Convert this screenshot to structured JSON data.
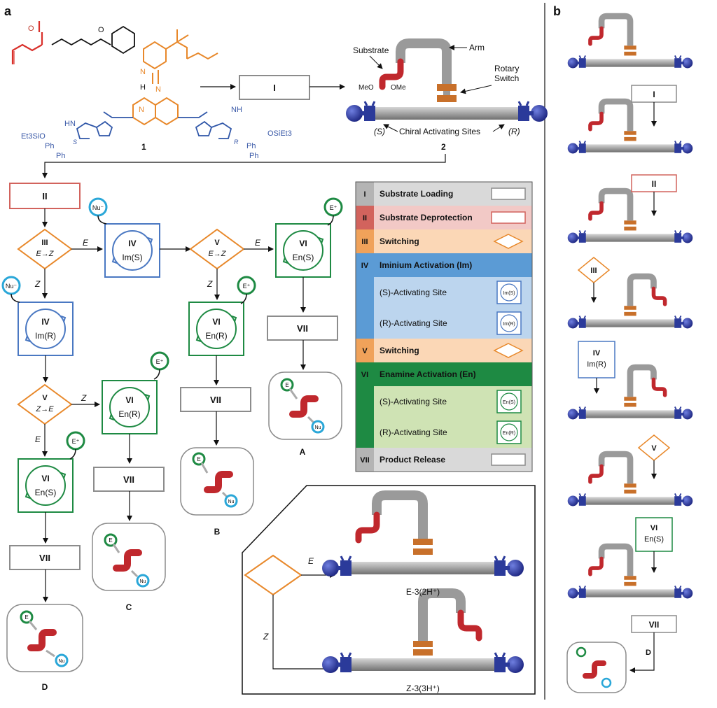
{
  "panel_a_label": "a",
  "panel_b_label": "b",
  "molecule": {
    "compound_1": "1",
    "compound_2": "2",
    "si_left": "Et3SiO",
    "si_right": "OSiEt3",
    "ph": "Ph",
    "nh": "NH",
    "hn": "HN",
    "s_label": "S",
    "r_label": "R",
    "n_label": "N",
    "h_label": "H",
    "o_label": "O"
  },
  "machine_labels": {
    "substrate": "Substrate",
    "arm": "Arm",
    "rotary_switch": "Rotary\nSwitch",
    "rotary_line1": "Rotary",
    "rotary_line2": "Switch",
    "chiral_sites": "Chiral Activating Sites",
    "s_paren": "(S)",
    "r_paren": "(R)",
    "meo": "MeO",
    "ome": "OMe"
  },
  "steps": {
    "I": "I",
    "II": "II",
    "III": "III",
    "IV": "IV",
    "V": "V",
    "VI": "VI",
    "VII": "VII"
  },
  "flow": {
    "e_to_z": "E→Z",
    "z_to_e": "Z→E",
    "E": "E",
    "Z": "Z",
    "im_s": "Im(S)",
    "im_r": "Im(R)",
    "en_s": "En(S)",
    "en_r": "En(R)",
    "nu_minus": "Nu⁻",
    "e_plus": "E⁺",
    "nu": "Nu",
    "e": "E",
    "product_A": "A",
    "product_B": "B",
    "product_C": "C",
    "product_D": "D"
  },
  "legend": {
    "rows": [
      {
        "num": "I",
        "label": "Substrate Loading",
        "color": "#b4b4b4",
        "bg": "#d9d9d9",
        "shape": "rect"
      },
      {
        "num": "II",
        "label": "Substrate Deprotection",
        "color": "#d2635d",
        "bg": "#f2c9c6",
        "shape": "rect-red"
      },
      {
        "num": "III",
        "label": "Switching",
        "color": "#f0a25a",
        "bg": "#fbd7b6",
        "shape": "diamond"
      },
      {
        "num": "IV",
        "label": "Iminium Activation (Im)",
        "color": "#5b9bd5",
        "bg": "#5b9bd5",
        "shape": "none"
      },
      {
        "num": "",
        "label": "(S)-Activating Site",
        "color": "#5b9bd5",
        "bg": "#bcd5ee",
        "shape": "im-s"
      },
      {
        "num": "",
        "label": "(R)-Activating Site",
        "color": "#5b9bd5",
        "bg": "#bcd5ee",
        "shape": "im-r"
      },
      {
        "num": "V",
        "label": "Switching",
        "color": "#f0a25a",
        "bg": "#fbd7b6",
        "shape": "diamond"
      },
      {
        "num": "VI",
        "label": "Enamine Activation (En)",
        "color": "#1e8a43",
        "bg": "#1e8a43",
        "shape": "none"
      },
      {
        "num": "",
        "label": "(S)-Activating Site",
        "color": "#1e8a43",
        "bg": "#cfe3b4",
        "shape": "en-s"
      },
      {
        "num": "",
        "label": "(R)-Activating Site",
        "color": "#1e8a43",
        "bg": "#cfe3b4",
        "shape": "en-r"
      },
      {
        "num": "VII",
        "label": "Product Release",
        "color": "#b4b4b4",
        "bg": "#d9d9d9",
        "shape": "rect"
      }
    ],
    "im_s_small": "Im(S)",
    "im_r_small": "Im(R)",
    "en_s_small": "En(S)",
    "en_r_small": "En(R)"
  },
  "inset": {
    "E": "E",
    "Z": "Z",
    "e3_label": "E-3(2H⁺)",
    "z3_label": "Z-3(3H⁺)"
  },
  "colors": {
    "gray_box": "#8c8c8c",
    "red_box": "#d2635d",
    "orange": "#e8882a",
    "blue": "#4a78c2",
    "green": "#1e8a43",
    "rod": "#9a9a9a",
    "endcap": "#2b3a9a",
    "switch": "#c8702a",
    "substrate": "#c0282d",
    "nu_ring": "#2aa7d8",
    "e_ring": "#1e8a43"
  }
}
